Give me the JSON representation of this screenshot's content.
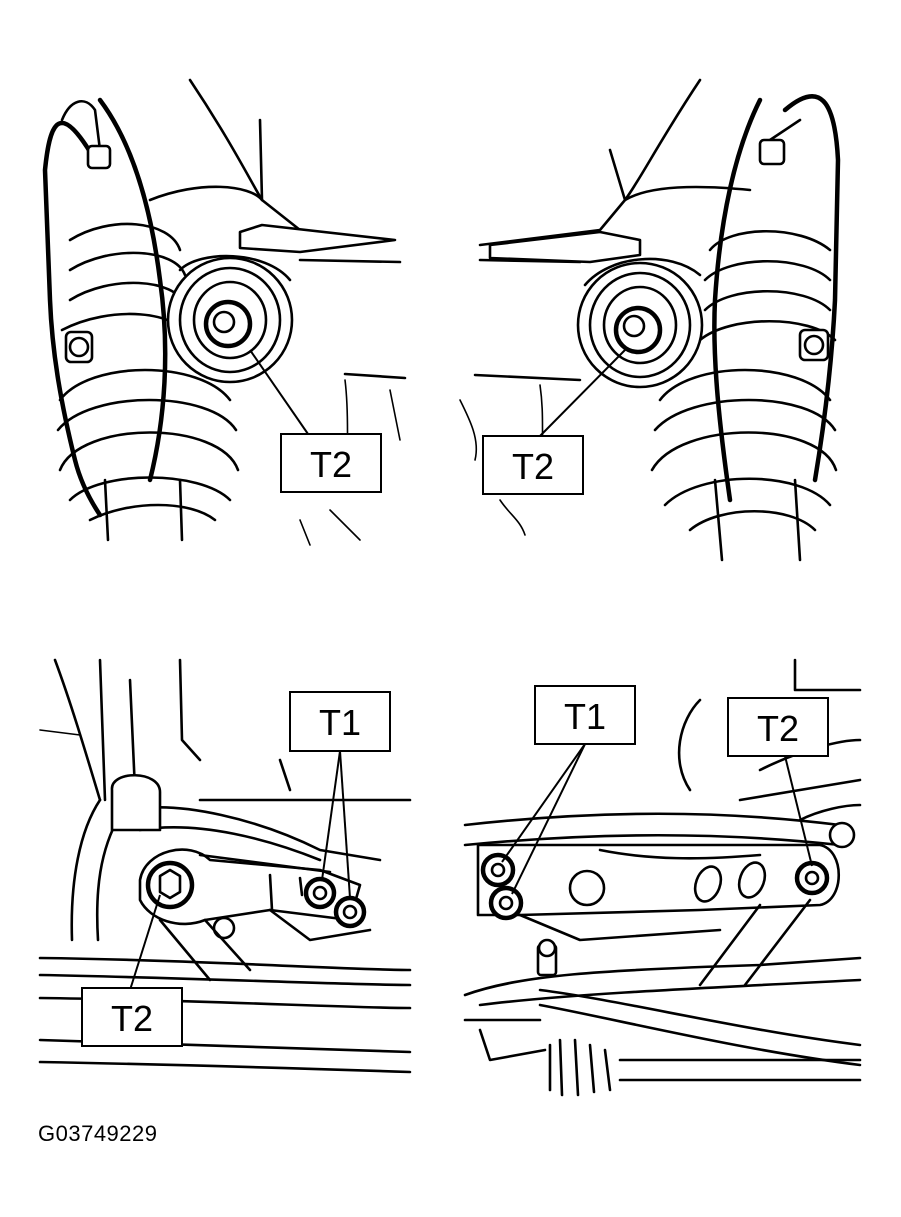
{
  "figure_code": "G03749229",
  "panels": {
    "top_left": {
      "labels": [
        "T2"
      ]
    },
    "top_right": {
      "labels": [
        "T2"
      ]
    },
    "bottom_left": {
      "labels": [
        "T1",
        "T2"
      ]
    },
    "bottom_right": {
      "labels": [
        "T1",
        "T2"
      ]
    }
  }
}
